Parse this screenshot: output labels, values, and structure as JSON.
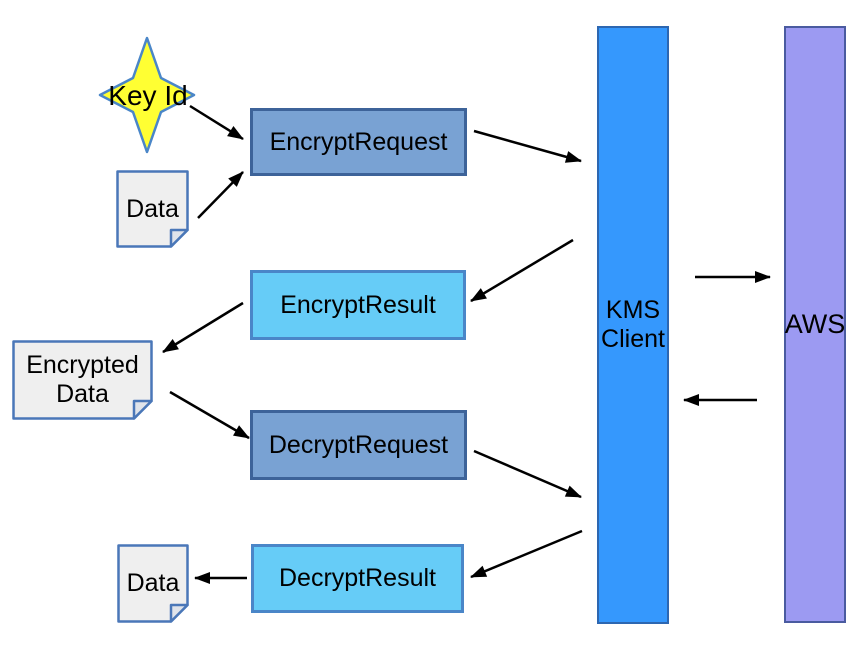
{
  "nodes": {
    "key_id": {
      "label": "Key Id",
      "shape": "star",
      "fill": "#ffff33",
      "border": "#4a86c8"
    },
    "data_in": {
      "label": "Data",
      "shape": "note",
      "fill": "#efefef",
      "border": "#4a77b8"
    },
    "encrypt_request": {
      "label": "EncryptRequest",
      "shape": "box",
      "fill": "#79a2d3",
      "border": "#3d6399"
    },
    "encrypt_result": {
      "label": "EncryptResult",
      "shape": "box",
      "fill": "#66ccf7",
      "border": "#4a86c8"
    },
    "encrypted_data": {
      "label": "Encrypted\nData",
      "shape": "note",
      "fill": "#efefef",
      "border": "#4a77b8"
    },
    "decrypt_request": {
      "label": "DecryptRequest",
      "shape": "box",
      "fill": "#79a2d3",
      "border": "#3d6399"
    },
    "decrypt_result": {
      "label": "DecryptResult",
      "shape": "box",
      "fill": "#66ccf7",
      "border": "#4a86c8"
    },
    "data_out": {
      "label": "Data",
      "shape": "note",
      "fill": "#efefef",
      "border": "#4a77b8"
    },
    "kms_client": {
      "label": "KMS\nClient",
      "shape": "column",
      "fill": "#3598fd",
      "border": "#2d67b1"
    },
    "aws": {
      "label": "AWS",
      "shape": "column",
      "fill": "#9c9af2",
      "border": "#4a5ba0"
    }
  },
  "edges": [
    {
      "from": "key_id",
      "to": "encrypt_request"
    },
    {
      "from": "data_in",
      "to": "encrypt_request"
    },
    {
      "from": "encrypt_request",
      "to": "kms_client"
    },
    {
      "from": "kms_client",
      "to": "encrypt_result"
    },
    {
      "from": "encrypt_result",
      "to": "encrypted_data"
    },
    {
      "from": "encrypted_data",
      "to": "decrypt_request"
    },
    {
      "from": "decrypt_request",
      "to": "kms_client"
    },
    {
      "from": "kms_client",
      "to": "decrypt_result"
    },
    {
      "from": "decrypt_result",
      "to": "data_out"
    },
    {
      "from": "kms_client",
      "to": "aws"
    },
    {
      "from": "aws",
      "to": "kms_client"
    }
  ],
  "colors": {
    "arrow": "#000000",
    "background": "#ffffff",
    "note_fold": "#dfe3ea"
  }
}
